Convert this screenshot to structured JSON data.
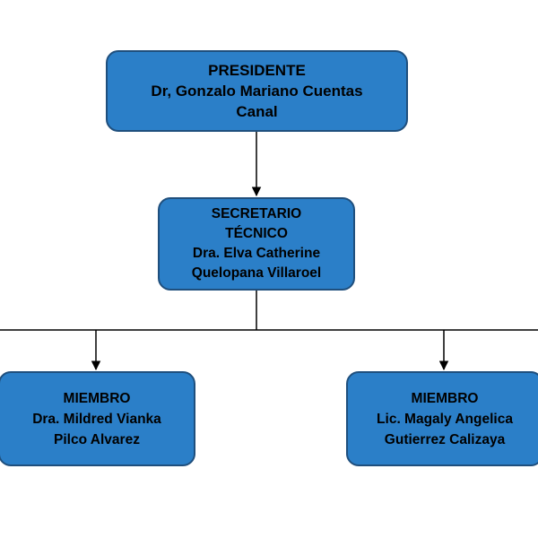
{
  "theme": {
    "node_fill": "#2b7fc8",
    "node_border": "#1f4f7d",
    "connector_color": "#000000"
  },
  "org": {
    "president": {
      "role": "PRESIDENTE",
      "name_line1": "Dr, Gonzalo Mariano Cuentas",
      "name_line2": "Canal"
    },
    "secretary": {
      "role_line1": "SECRETARIO",
      "role_line2": "TÉCNICO",
      "name_line1": "Dra. Elva Catherine",
      "name_line2": "Quelopana Villaroel"
    },
    "members": [
      {
        "role": "MIEMBRO",
        "name_line1": "Dra. Mildred Vianka",
        "name_line2": "Pilco Alvarez"
      },
      {
        "role": "MIEMBRO",
        "name_line1": "Lic. Magaly Angelica",
        "name_line2": "Gutierrez Calizaya"
      }
    ]
  }
}
